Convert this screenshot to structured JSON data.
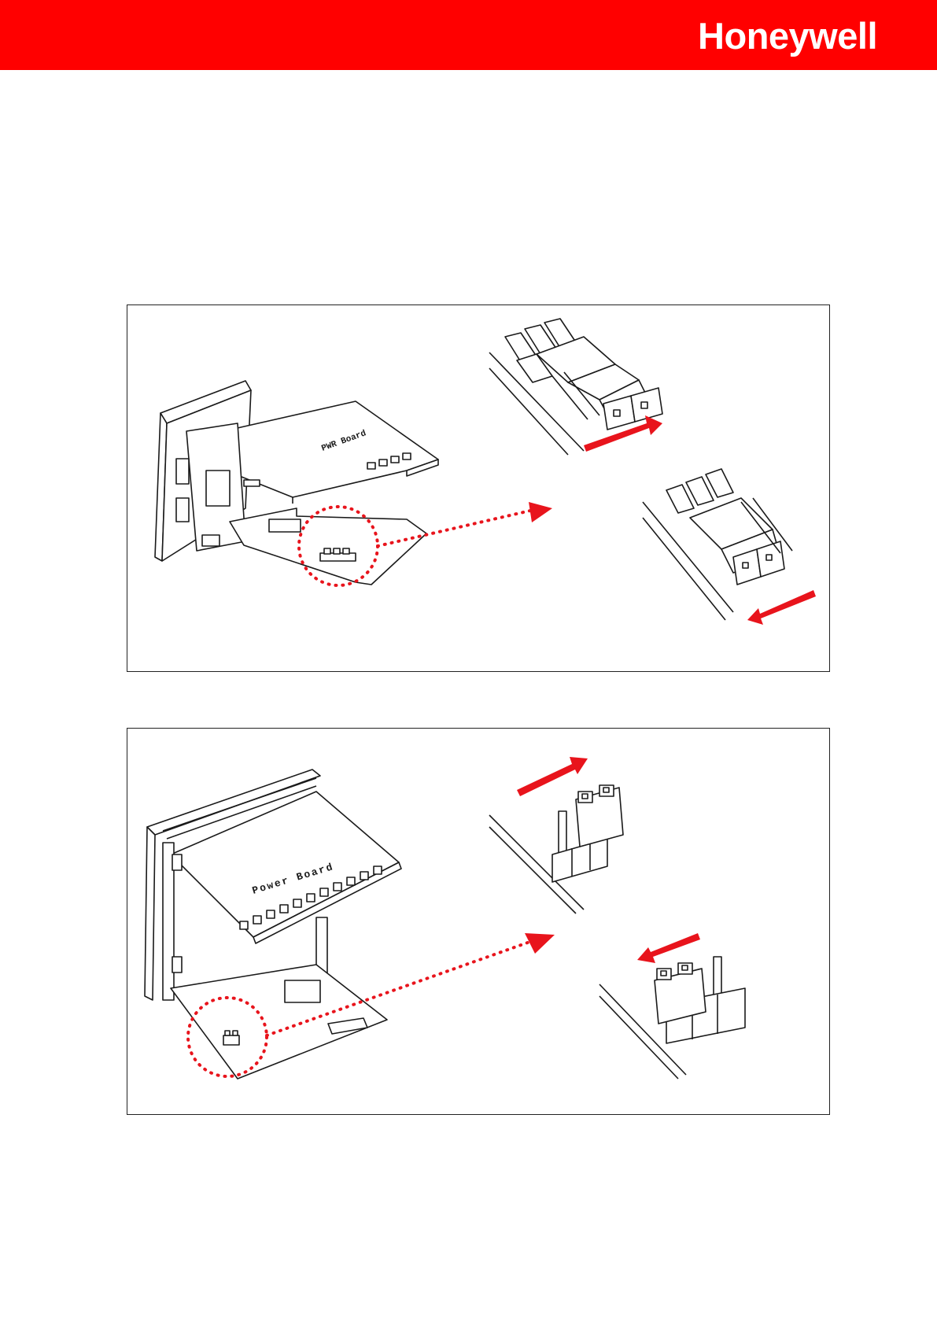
{
  "header": {
    "brand": "Honeywell",
    "bar_color": "#ff0000"
  },
  "diagram_top": {
    "board_label": "PWR Board",
    "connector_icon": "jumper-connector-icon",
    "accent_color": "#e8141c"
  },
  "diagram_bottom": {
    "board_label": "Power Board",
    "connector_icon": "jumper-connector-icon",
    "accent_color": "#e8141c"
  }
}
